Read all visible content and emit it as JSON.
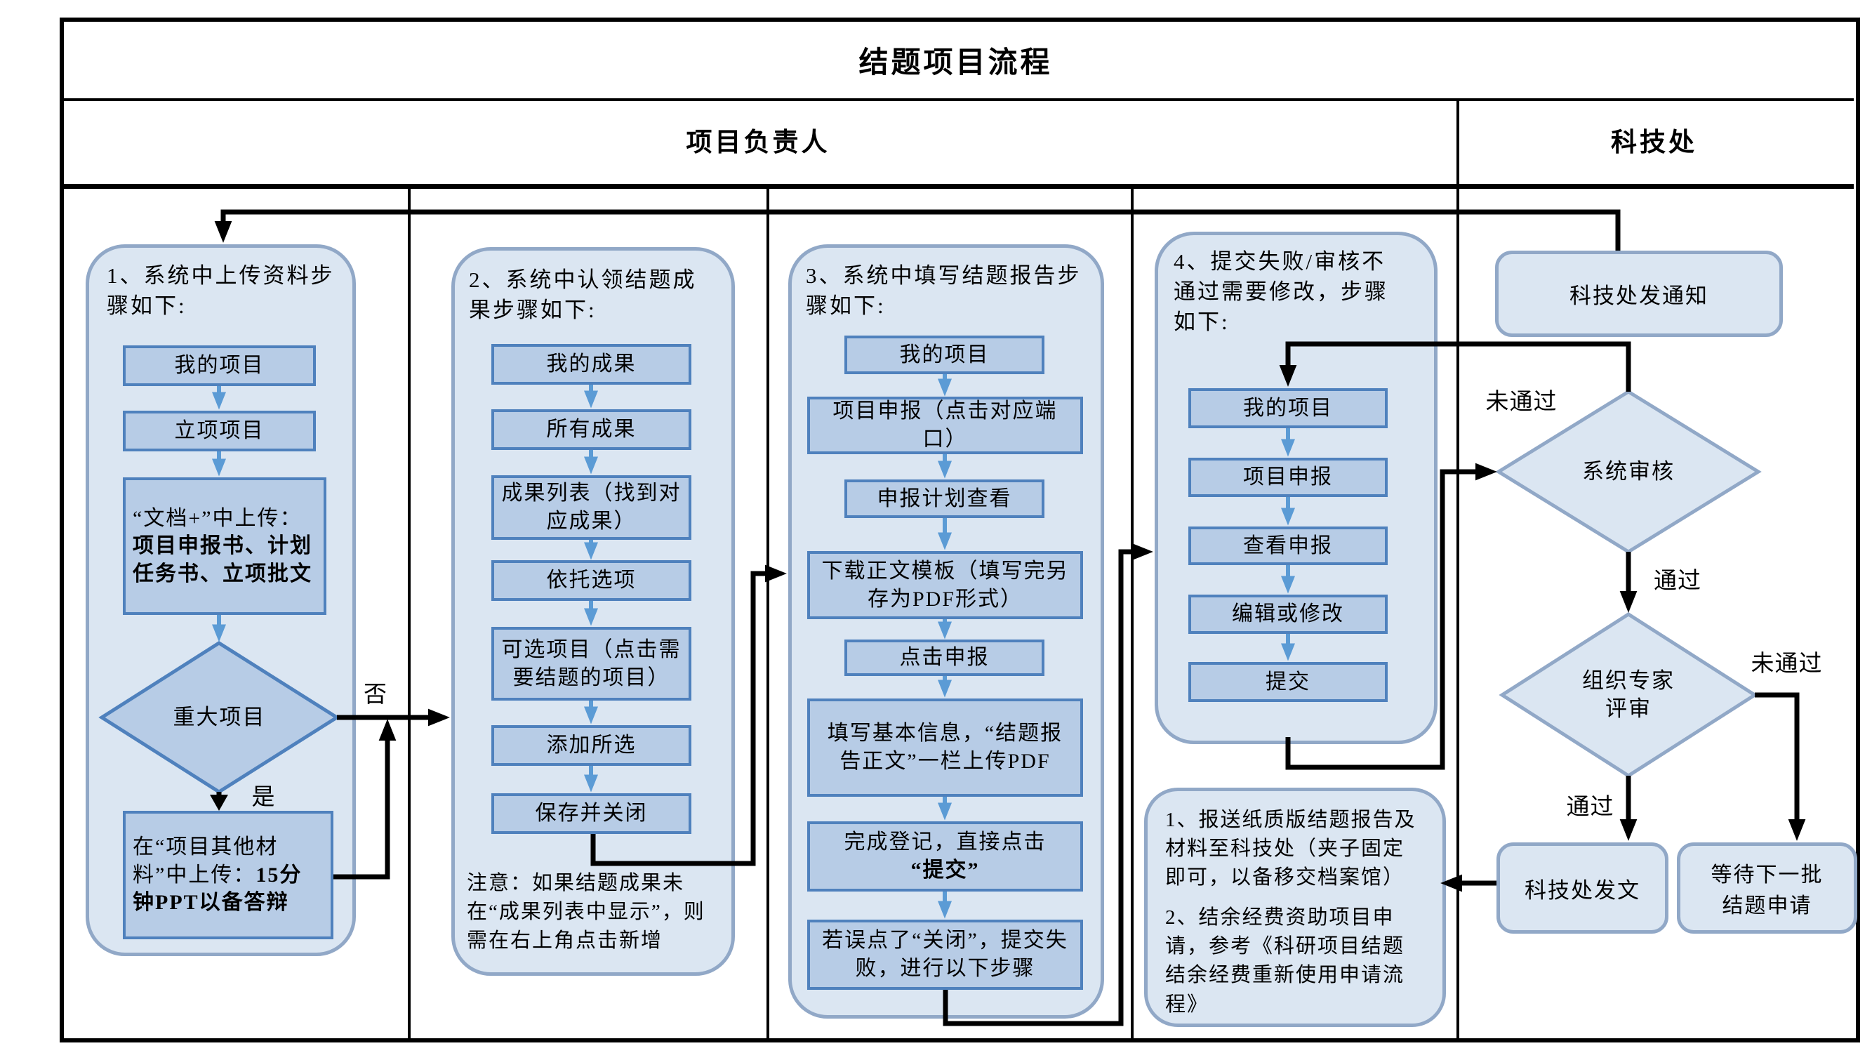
{
  "title": "结题项目流程",
  "lanes": {
    "left": "项目负责人",
    "right": "科技处"
  },
  "col1": {
    "header": "1、系统中上传资料步骤如下:",
    "steps": [
      "我的项目",
      "立项项目"
    ],
    "upload_prefix": "“文档+”中上传：",
    "upload_bold": "项目申报书、计划任务书、立项批文",
    "decision": "重大项目",
    "yes_label": "是",
    "no_label": "否",
    "ppt_prefix": "在“项目其他材料”中上传：",
    "ppt_bold": "15分钟PPT以备答辩"
  },
  "col2": {
    "header": "2、系统中认领结题成果步骤如下:",
    "steps": [
      "我的成果",
      "所有成果",
      "成果列表（找到对应成果）",
      "依托选项",
      "可选项目（点击需要结题的项目）",
      "添加所选",
      "保存并关闭"
    ],
    "note": "注意：如果结题成果未在“成果列表中显示”，则需在右上角点击新增"
  },
  "col3": {
    "header": "3、系统中填写结题报告步骤如下:",
    "steps": [
      "我的项目",
      "项目申报（点击对应端口）",
      "申报计划查看",
      "下载正文模板（填写完另存为PDF形式）",
      "点击申报",
      "填写基本信息，“结题报告正文”一栏上传PDF"
    ],
    "submit_prefix": "完成登记，直接点击",
    "submit_bold": "“提交”",
    "fail_text": "若误点了“关闭”，提交失败，进行以下步骤"
  },
  "col4": {
    "header": "4、提交失败/审核不通过需要修改，步骤如下:",
    "steps": [
      "我的项目",
      "项目申报",
      "查看申报",
      "编辑或修改",
      "提交"
    ]
  },
  "notes_box": {
    "line1": "1、报送纸质版结题报告及材料至科技处（夹子固定即可，以备移交档案馆）",
    "line2": "2、结余经费资助项目申请，参考《科研项目结题结余经费重新使用申请流程》"
  },
  "right": {
    "notify": "科技处发通知",
    "sys_review": "系统审核",
    "expert_line1": "组织专家",
    "expert_line2": "评审",
    "issue": "科技处发文",
    "wait_line1": "等待下一批",
    "wait_line2": "结题申请",
    "sys_fail": "未通过",
    "sys_pass": "通过",
    "expert_fail": "未通过",
    "expert_pass": "通过"
  },
  "colors": {
    "container-fill": "#dbe6f2",
    "container-stroke": "#91a8c7",
    "box-fill": "#b7cce6",
    "box-stroke": "#4f81bd",
    "arrow-blue": "#5b9bd5",
    "line-black": "#000000",
    "text-color": "#000000"
  }
}
